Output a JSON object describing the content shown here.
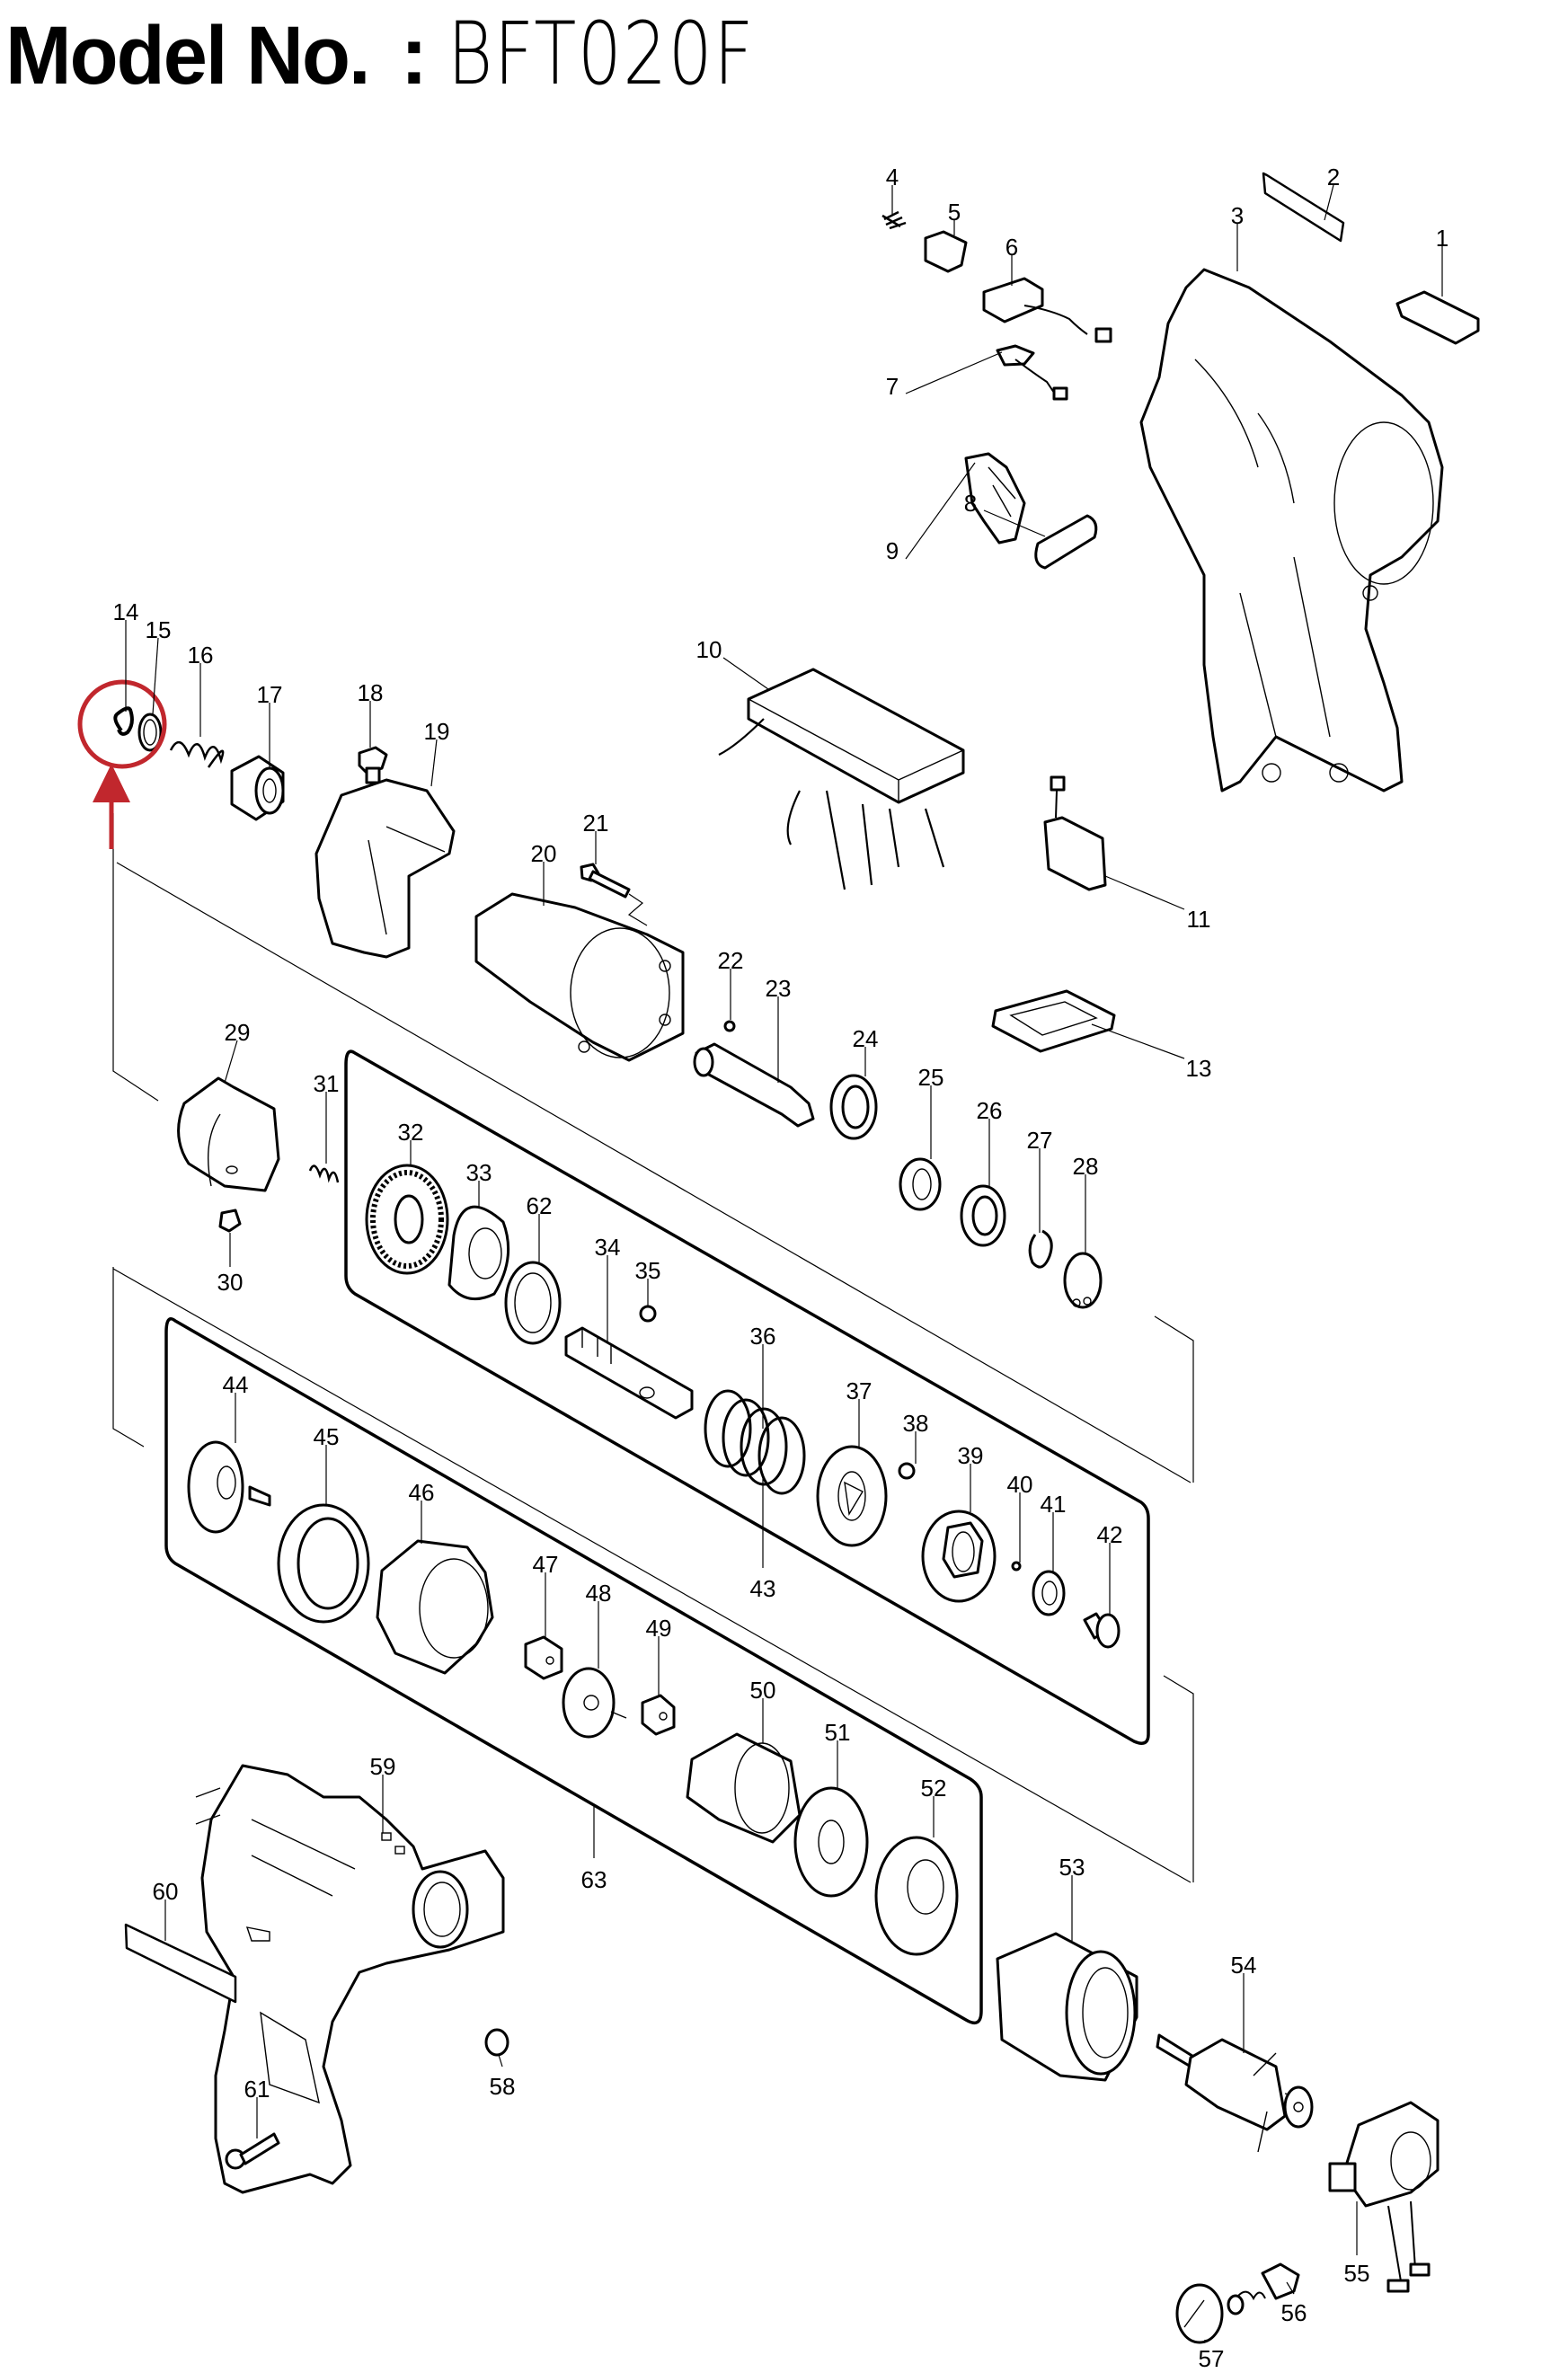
{
  "header": {
    "label": "Model No.",
    "separator": ":",
    "model": "BFT020F"
  },
  "highlight": {
    "color": "#c1272d",
    "target_part": "14",
    "icon": "arrow-up-icon"
  },
  "parts": {
    "p1": "1",
    "p2": "2",
    "p3": "3",
    "p4": "4",
    "p5": "5",
    "p6": "6",
    "p7": "7",
    "p8": "8",
    "p9": "9",
    "p10": "10",
    "p11": "11",
    "p13": "13",
    "p14": "14",
    "p15": "15",
    "p16": "16",
    "p17": "17",
    "p18": "18",
    "p19": "19",
    "p20": "20",
    "p21": "21",
    "p22": "22",
    "p23": "23",
    "p24": "24",
    "p25": "25",
    "p26": "26",
    "p27": "27",
    "p28": "28",
    "p29": "29",
    "p30": "30",
    "p31": "31",
    "p32": "32",
    "p33": "33",
    "p34": "34",
    "p35": "35",
    "p36": "36",
    "p37": "37",
    "p38": "38",
    "p39": "39",
    "p40": "40",
    "p41": "41",
    "p42": "42",
    "p43": "43",
    "p44": "44",
    "p45": "45",
    "p46": "46",
    "p47": "47",
    "p48": "48",
    "p49": "49",
    "p50": "50",
    "p51": "51",
    "p52": "52",
    "p53": "53",
    "p54": "54",
    "p55": "55",
    "p56": "56",
    "p57": "57",
    "p58": "58",
    "p59": "59",
    "p60": "60",
    "p61": "61",
    "p62": "62",
    "p63": "63"
  }
}
